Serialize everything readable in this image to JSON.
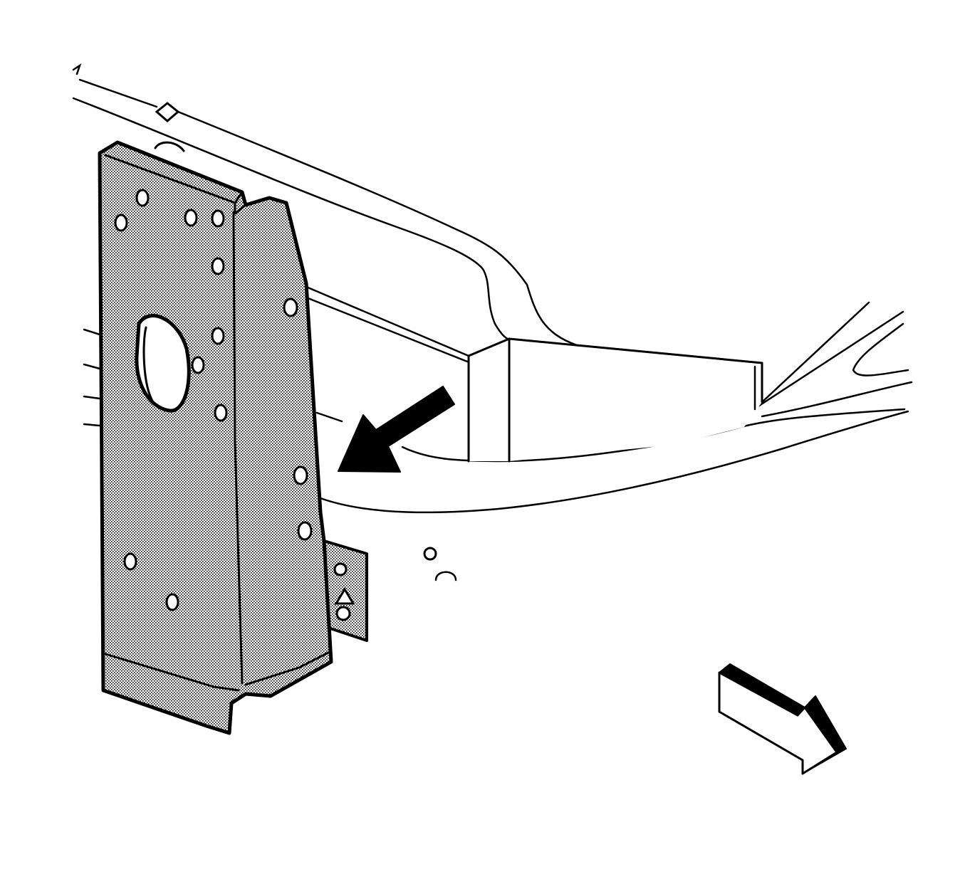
{
  "diagram": {
    "colors": {
      "line": "#000000",
      "background": "#ffffff",
      "panel_stipple": "#c9c9c9"
    },
    "parts": [
      "body-rail",
      "rail-cross-member",
      "side-panel",
      "panel-mounting-tab"
    ],
    "icons": [
      "removal-direction-arrow-icon",
      "view-orientation-arrow-icon",
      "weld-symbol-triangle-icon",
      "weld-symbol-diamond-icon"
    ]
  }
}
